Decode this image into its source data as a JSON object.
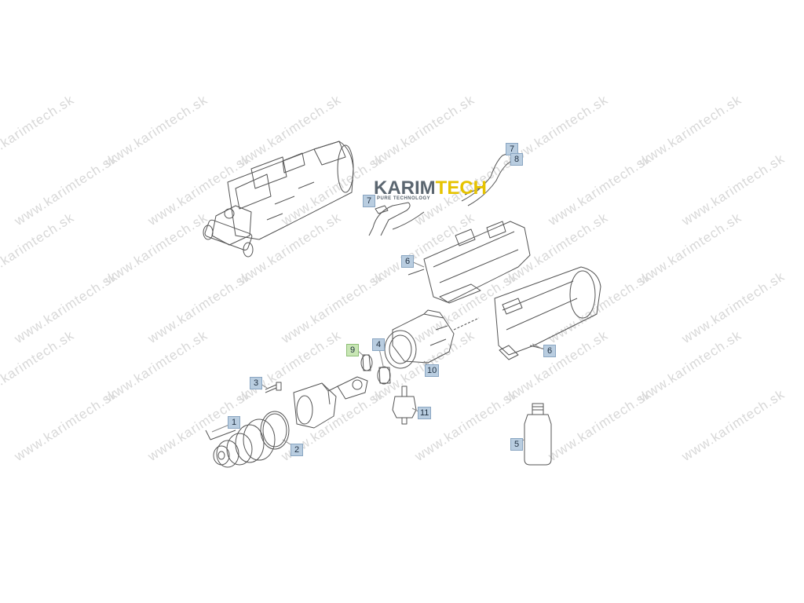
{
  "watermark_text": "www.karimtech.sk",
  "logo": {
    "main_left": "KARIM",
    "main_right": "TECH",
    "tagline": "PURE TECHNOLOGY"
  },
  "callouts": [
    {
      "id": "1",
      "label": "1"
    },
    {
      "id": "2",
      "label": "2"
    },
    {
      "id": "3",
      "label": "3"
    },
    {
      "id": "4",
      "label": "4"
    },
    {
      "id": "5a",
      "label": "5"
    },
    {
      "id": "5b",
      "label": "5"
    },
    {
      "id": "6",
      "label": "6"
    },
    {
      "id": "7",
      "label": "7"
    },
    {
      "id": "8",
      "label": "8"
    },
    {
      "id": "9",
      "label": "9"
    },
    {
      "id": "10",
      "label": "10"
    },
    {
      "id": "11",
      "label": "11"
    },
    {
      "id": "12",
      "label": "12"
    }
  ],
  "colors": {
    "callout_fill": "#b9cde0",
    "callout_highlight_fill": "#c8e6b4",
    "line_art": "#555555",
    "logo_gray": "#5b6670",
    "logo_yellow": "#e6c300"
  }
}
